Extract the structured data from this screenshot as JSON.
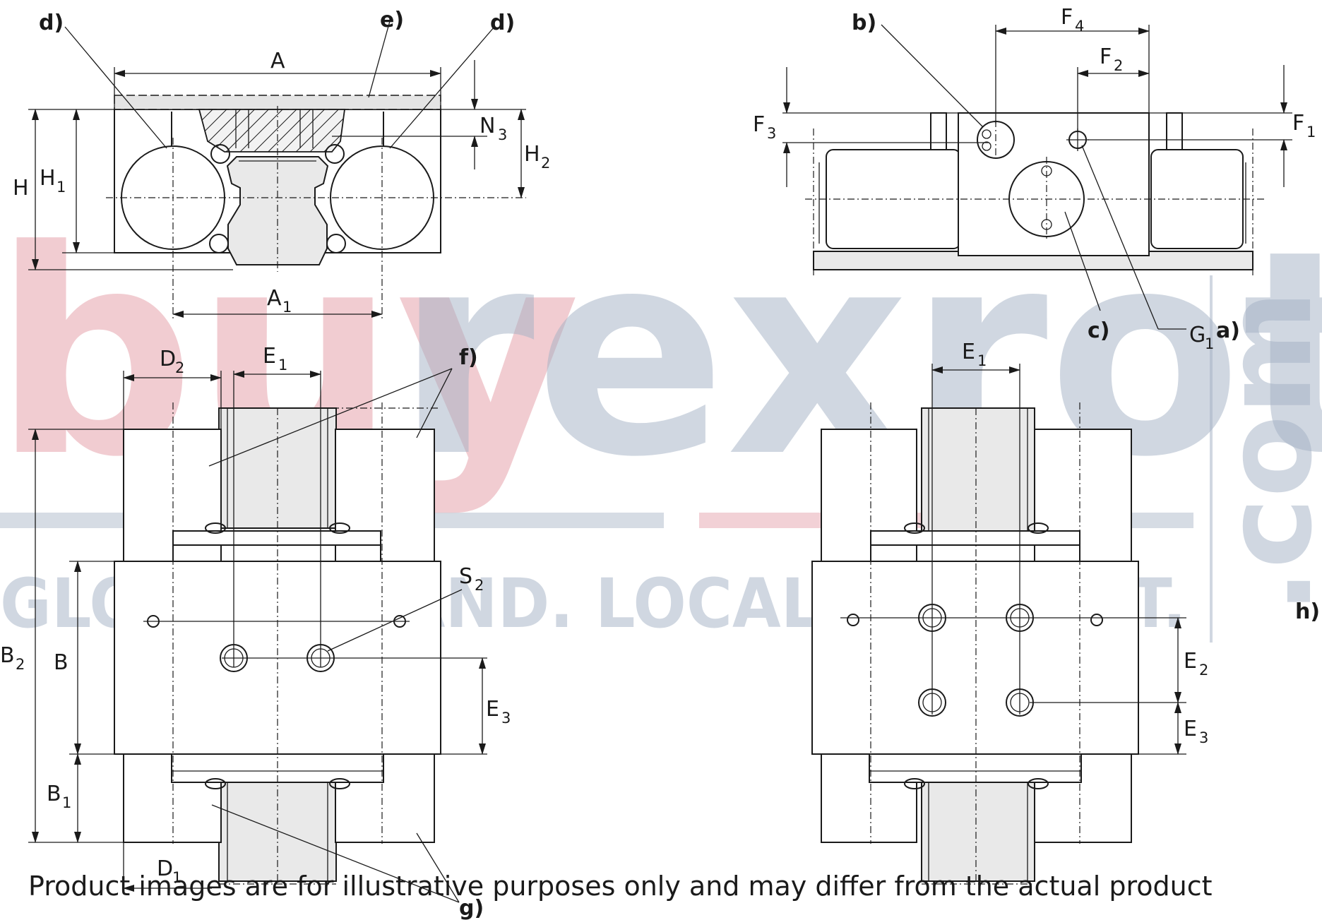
{
  "watermark": {
    "brand_part1": "buy",
    "brand_part2": "rexroth",
    "tld": ".com",
    "tagline": "GLOBAL BRAND. LOCAL SUPPORT."
  },
  "disclaimer": "Product images are for illustrative purposes only and may differ from the actual product",
  "callouts": {
    "a": "a)",
    "b": "b)",
    "c": "c)",
    "d": "d)",
    "e": "e)",
    "f": "f)",
    "g": "g)",
    "h": "h)"
  },
  "dimensions": {
    "A": "A",
    "A1": "A",
    "A1_sub": "1",
    "H": "H",
    "H1": "H",
    "H1_sub": "1",
    "H2": "H",
    "H2_sub": "2",
    "N3": "N",
    "N3_sub": "3",
    "F1": "F",
    "F1_sub": "1",
    "F2": "F",
    "F2_sub": "2",
    "F3": "F",
    "F3_sub": "3",
    "F4": "F",
    "F4_sub": "4",
    "G1": "G",
    "G1_sub": "1",
    "D1": "D",
    "D1_sub": "1",
    "D2": "D",
    "D2_sub": "2",
    "E1": "E",
    "E1_sub": "1",
    "E2": "E",
    "E2_sub": "2",
    "E3": "E",
    "E3_sub": "3",
    "B": "B",
    "B1": "B",
    "B1_sub": "1",
    "B2": "B",
    "B2_sub": "2",
    "S2": "S",
    "S2_sub": "2"
  },
  "colors": {
    "line": "#1a1a1a",
    "rail_fill": "#e9e9e9",
    "watermark_red": "#e6a4ad",
    "watermark_grey": "#a3b1c4"
  }
}
